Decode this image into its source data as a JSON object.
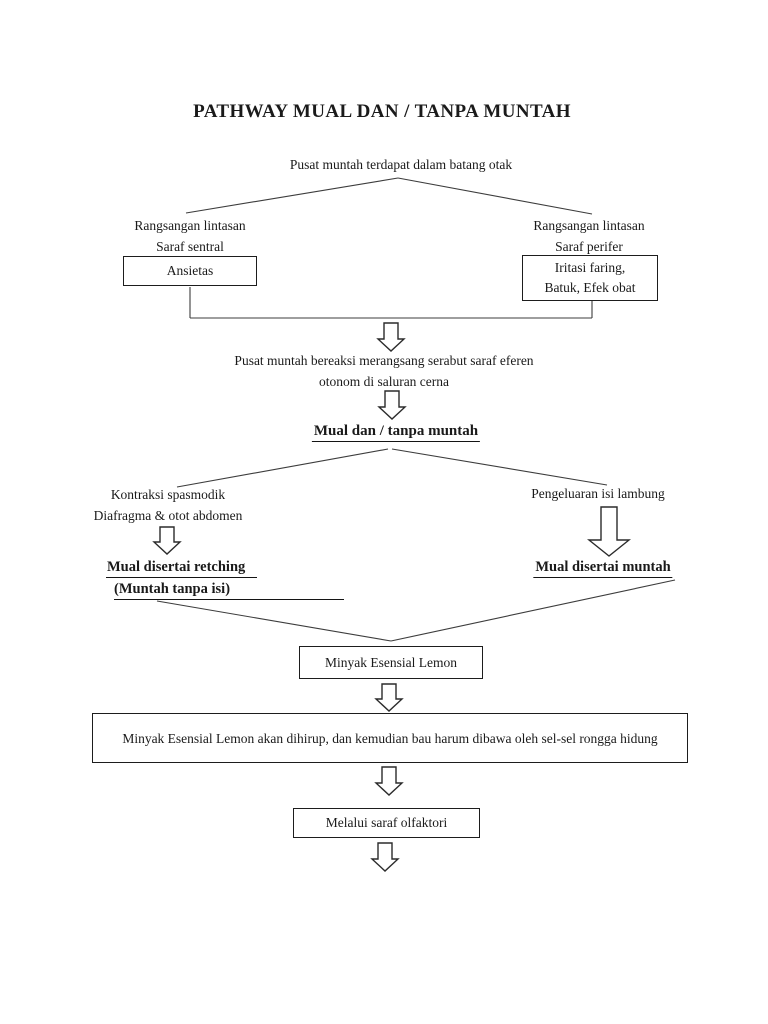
{
  "title": "PATHWAY MUAL DAN / TANPA MUNTAH",
  "colors": {
    "background": "#ffffff",
    "text": "#1a1a1a",
    "line": "#3c3c3c",
    "box_border": "#1d1d1d"
  },
  "nodes": {
    "root": "Pusat muntah terdapat dalam batang otak",
    "left_pathway": {
      "line1": "Rangsangan lintasan",
      "line2": "Saraf sentral",
      "box": "Ansietas"
    },
    "right_pathway": {
      "line1": "Rangsangan lintasan",
      "line2": "Saraf perifer",
      "box_line1": "Iritasi faring,",
      "box_line2": "Batuk, Efek obat"
    },
    "reaction": {
      "line1": "Pusat muntah bereaksi merangsang serabut saraf eferen",
      "line2": "otonom di saluran cerna"
    },
    "outcome": "Mual dan / tanpa muntah",
    "left_branch": {
      "line1": "Kontraksi spasmodik",
      "line2": "Diafragma & otot abdomen",
      "result_line1": "Mual disertai retching",
      "result_line2": "(Muntah tanpa isi)"
    },
    "right_branch": {
      "line1": "Pengeluaran isi lambung",
      "result": "Mual disertai muntah"
    },
    "intervention": "Minyak Esensial Lemon",
    "mechanism": "Minyak Esensial Lemon akan dihirup, dan kemudian bau harum dibawa oleh sel-sel rongga hidung",
    "pathway_out": "Melalui saraf olfaktori"
  }
}
